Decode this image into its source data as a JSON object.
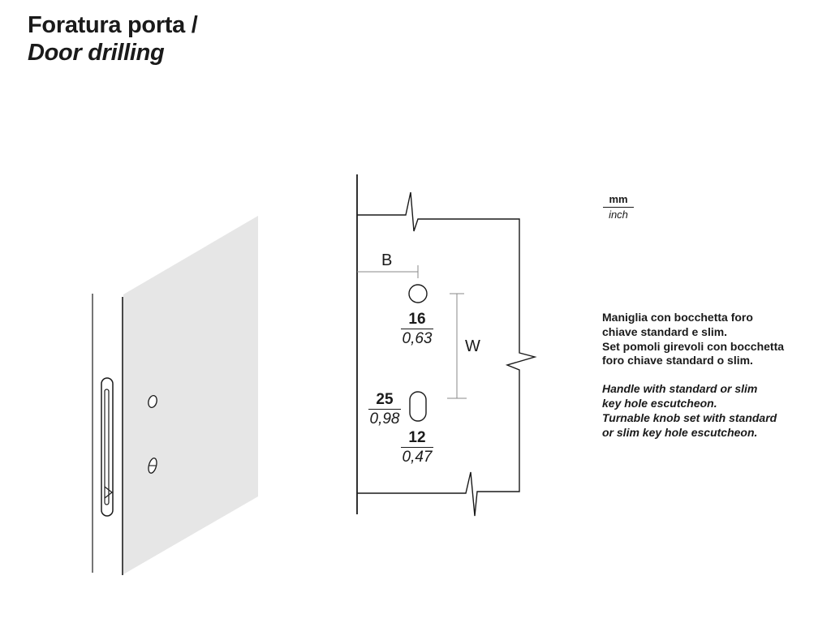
{
  "title": {
    "line1": "Foratura porta /",
    "line2": "Door drilling"
  },
  "units": {
    "primary": "mm",
    "secondary": "inch"
  },
  "labels": {
    "backset": "B",
    "width": "W"
  },
  "dimensions": {
    "top_hole": {
      "mm": "16",
      "inch": "0,63"
    },
    "slot_height": {
      "mm": "25",
      "inch": "0,98"
    },
    "slot_width": {
      "mm": "12",
      "inch": "0,47"
    }
  },
  "description": {
    "it_line1": "Maniglia con bocchetta foro",
    "it_line2": "chiave standard e slim.",
    "it_line3": "Set pomoli girevoli con bocchetta",
    "it_line4": "foro chiave standard o slim.",
    "en_line1": "Handle with standard or slim",
    "en_line2": "key hole escutcheon.",
    "en_line3": "Turnable knob set with standard",
    "en_line4": "or slim key hole escutcheon."
  },
  "colors": {
    "line": "#1a1a1a",
    "door_panel": "#e6e6e6",
    "dim_line": "#888888"
  }
}
